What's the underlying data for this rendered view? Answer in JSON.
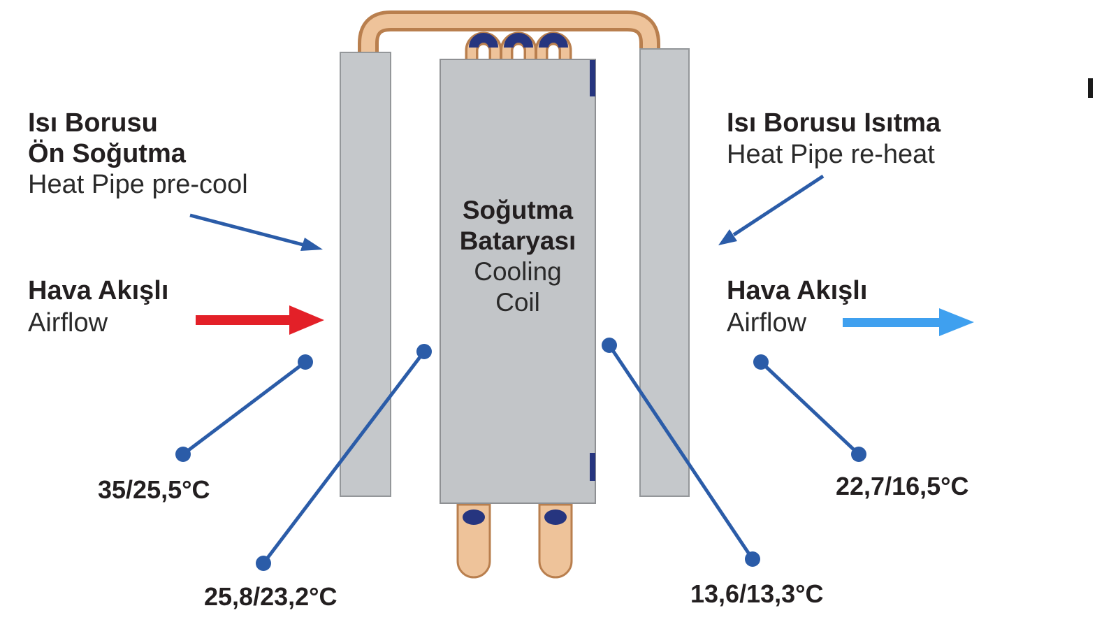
{
  "diagram": {
    "left_label": {
      "l1": "Isı Borusu",
      "l2": "Ön Soğutma",
      "l3": "Heat Pipe pre-cool"
    },
    "right_label": {
      "l1": "Isı Borusu Isıtma",
      "l2": "Heat Pipe re-heat"
    },
    "airflow_in": {
      "l1": "Hava Akışlı",
      "l2": "Airflow"
    },
    "airflow_out": {
      "l1": "Hava Akışlı",
      "l2": "Airflow"
    },
    "coil_label": {
      "l1": "Soğutma",
      "l2": "Bataryası",
      "l3": "Cooling",
      "l4": "Coil"
    },
    "temps": {
      "inlet": "35/25,5°C",
      "after_precool": "25,8/23,2°C",
      "after_coil": "13,6/13,3°C",
      "outlet": "22,7/16,5°C"
    },
    "colors": {
      "panel_gray": "#c5c8cb",
      "coil_gray": "#c2c5c8",
      "copper": "#eec39a",
      "copper_border": "#b97f4e",
      "navy": "#26357f",
      "callout_blue": "#2b5ca8",
      "airflow_red": "#e32028",
      "airflow_blue": "#3fa0ef",
      "text_dark": "#231f20"
    }
  }
}
